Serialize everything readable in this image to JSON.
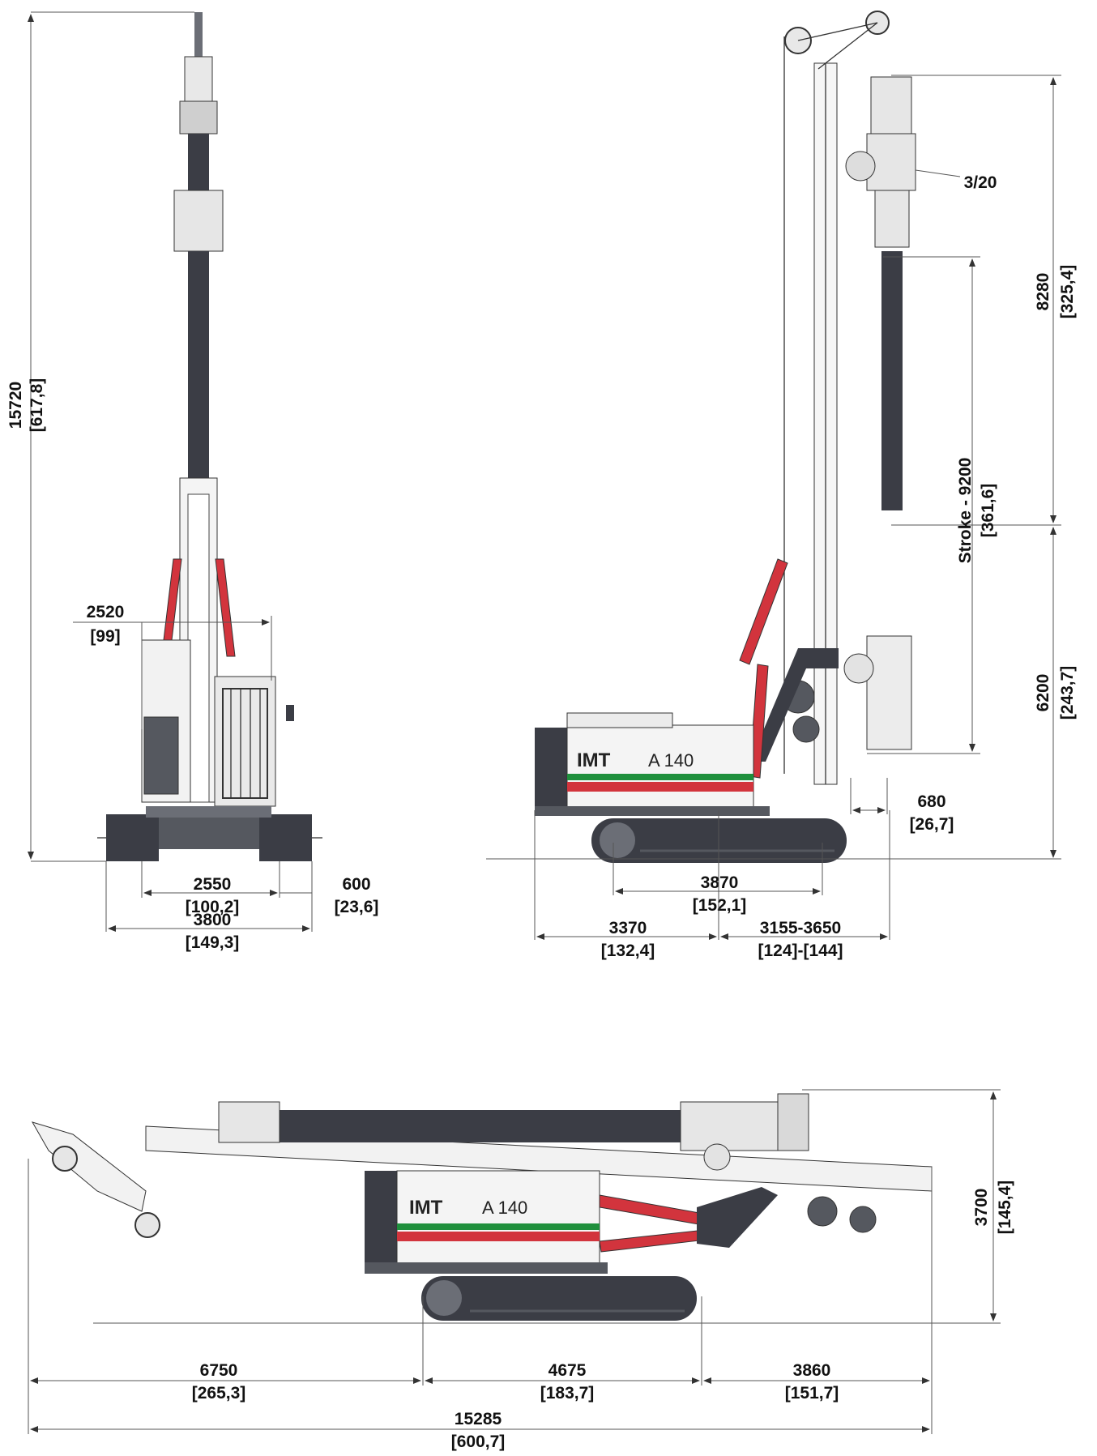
{
  "colors": {
    "dark": "#3b3d45",
    "mid": "#6b6e76",
    "red": "#d2343d",
    "green": "#1f8f3c",
    "light": "#f4f4f4",
    "line": "#555555"
  },
  "brand": {
    "logo": "IMT",
    "model": "A 140"
  },
  "front_view": {
    "total_height": "15720",
    "total_height_in": "[617,8]",
    "upper_width": "2520",
    "upper_width_in": "[99]",
    "track_gauge": "2550",
    "track_gauge_in": "[100,2]",
    "shoe_width": "600",
    "shoe_width_in": "[23,6]",
    "overall_width": "3800",
    "overall_width_in": "[149,3]"
  },
  "side_view": {
    "callout": "3/20",
    "upper_height": "8280",
    "upper_height_in": "[325,4]",
    "stroke_label": "Stroke - 9200",
    "stroke_in": "[361,6]",
    "lower_height": "6200",
    "lower_height_in": "[243,7]",
    "offset": "680",
    "offset_in": "[26,7]",
    "track_length": "3870",
    "track_length_in": "[152,1]",
    "tail_radius": "3370",
    "tail_radius_in": "[132,4]",
    "working_radius": "3155-3650",
    "working_radius_in": "[124]-[144]"
  },
  "transport_view": {
    "height": "3700",
    "height_in": "[145,4]",
    "front_len": "6750",
    "front_len_in": "[265,3]",
    "track_len": "4675",
    "track_len_in": "[183,7]",
    "rear_len": "3860",
    "rear_len_in": "[151,7]",
    "total_len": "15285",
    "total_len_in": "[600,7]"
  }
}
